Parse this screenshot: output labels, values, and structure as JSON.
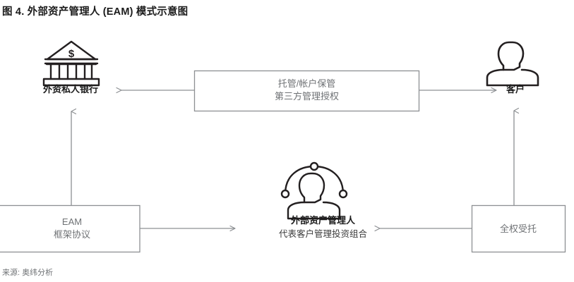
{
  "figure": {
    "title": "图 4. 外部资产管理人 (EAM) 模式示意图",
    "source": "来源: 奥纬分析"
  },
  "colors": {
    "text_dark": "#1b1b1b",
    "text_gray": "#6f7275",
    "line_gray": "#8d9093",
    "icon_stroke": "#231f20",
    "background": "#ffffff"
  },
  "nodes": {
    "bank": {
      "label": "外资私人银行",
      "icon": "bank-building-icon"
    },
    "client": {
      "label": "客户",
      "icon": "person-icon"
    },
    "eam_manager": {
      "label": "外部资产管理人",
      "sublabel": "代表客户管理投资组合",
      "icon": "person-network-icon"
    }
  },
  "boxes": {
    "custody": {
      "line1": "托管/帐户保管",
      "line2": "第三方管理授权"
    },
    "eam_agreement": {
      "line1": "EAM",
      "line2": "框架协议"
    },
    "mandate": {
      "line1": "全权受托"
    }
  },
  "connectors": [
    {
      "name": "custody-to-bank",
      "direction": "left"
    },
    {
      "name": "custody-to-client",
      "direction": "right"
    },
    {
      "name": "eam-agreement-to-manager",
      "direction": "right"
    },
    {
      "name": "mandate-to-manager",
      "direction": "left"
    },
    {
      "name": "eam-agreement-to-bank",
      "direction": "up"
    },
    {
      "name": "mandate-to-client",
      "direction": "up"
    }
  ]
}
